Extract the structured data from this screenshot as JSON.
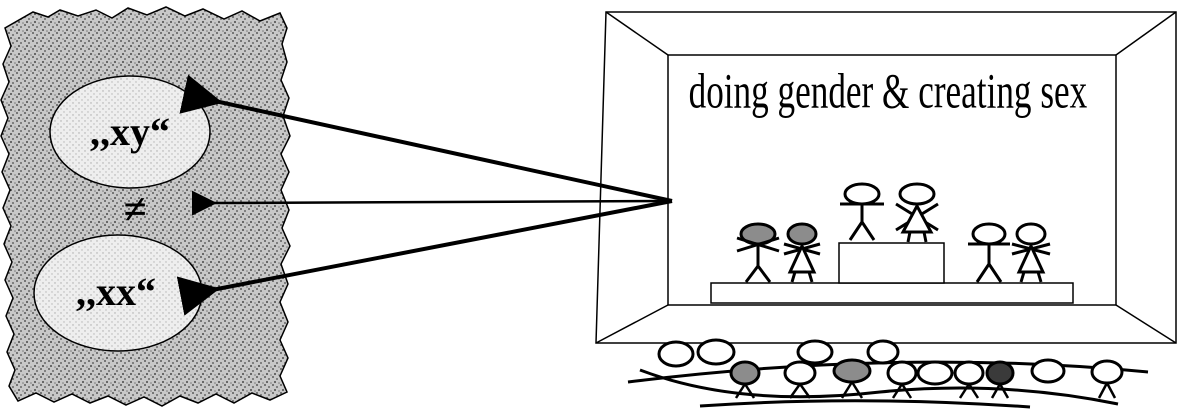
{
  "left_panel": {
    "top_label": ",,xy“",
    "middle_symbol": "≠",
    "bottom_label": ",,xx“"
  },
  "stage": {
    "title": "doing gender & creating sex"
  },
  "colors": {
    "background": "#ffffff",
    "ink": "#000000",
    "figure_gray": "#8c8c8c",
    "figure_dark": "#3a3a3a"
  }
}
